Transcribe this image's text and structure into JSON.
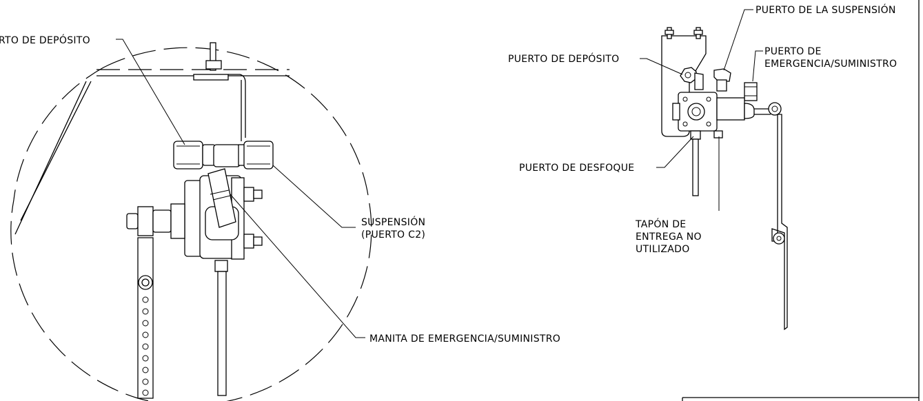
{
  "left_view": {
    "label_deposit_port": "RTO DE DEPÓSITO",
    "label_suspension_line1": "SUSPENSIÓN",
    "label_suspension_line2": "(PUERTO C2)",
    "label_emergency_handle": "MANITA DE EMERGENCIA/SUMINISTRO"
  },
  "right_view": {
    "label_suspension_port": "PUERTO DE LA SUSPENSIÓN",
    "label_deposit_port": "PUERTO DE DEPÓSITO",
    "label_emergency_port_line1": "PUERTO DE",
    "label_emergency_port_line2": "EMERGENCIA/SUMINISTRO",
    "label_exhaust_port": "PUERTO DE DESFOQUE",
    "label_plug_line1": "TAPÓN DE",
    "label_plug_line2": "ENTREGA NO",
    "label_plug_line3": "UTILIZADO"
  }
}
